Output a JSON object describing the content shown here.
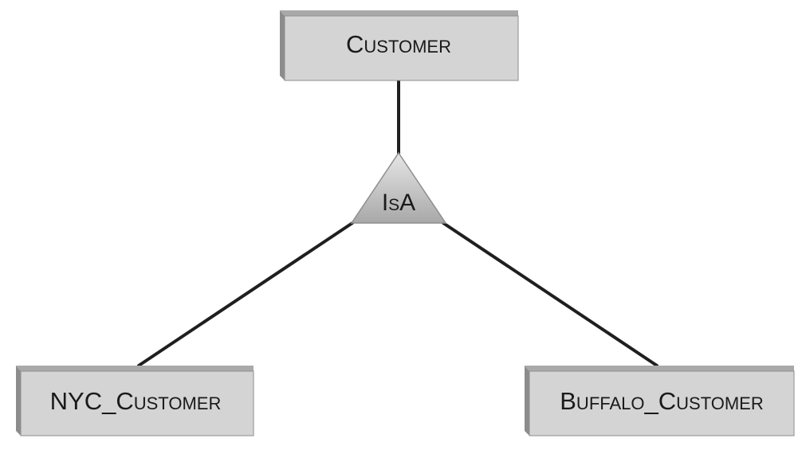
{
  "colors": {
    "entity_fill": "#d4d4d4",
    "entity_bevel_dark": "#8c8c8c",
    "entity_bevel_light": "#a9a9a9",
    "connector": "#1f1f1f",
    "isa_fill_top": "#e6e6e6",
    "isa_fill_bottom": "#a8a8a8"
  },
  "entities": {
    "parent": {
      "label": "Customer"
    },
    "child_left": {
      "label": "NYC_Customer"
    },
    "child_right": {
      "label": "Buffalo_Customer"
    }
  },
  "isa": {
    "label": "IsA"
  }
}
